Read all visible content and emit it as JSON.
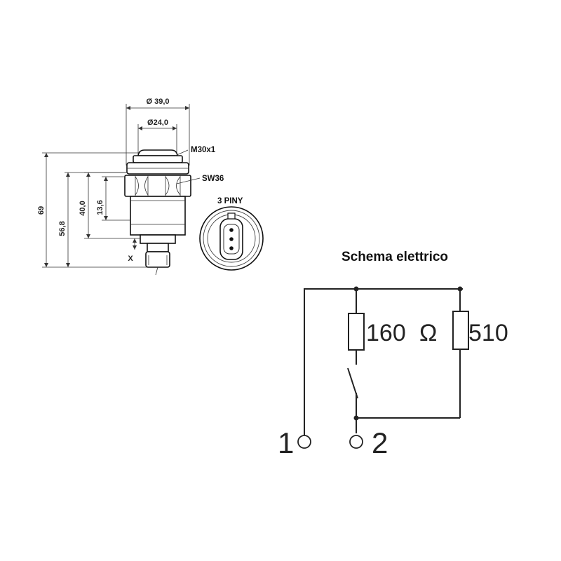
{
  "drawing": {
    "dimensions": {
      "outer_diameter": "Ø 39,0",
      "inner_diameter": "Ø24,0",
      "height_total": "69",
      "height_body": "56,8",
      "height_thread": "40,0",
      "height_nut": "13,6",
      "stroke": "X"
    },
    "callouts": {
      "thread": "M30x1",
      "wrench": "SW36",
      "connector": "3 PINY"
    }
  },
  "schematic": {
    "title": "Schema elettrico",
    "resistor_1": "160",
    "resistor_1_unit": "Ω",
    "resistor_2": "510",
    "terminal_1": "1",
    "terminal_2": "2"
  }
}
